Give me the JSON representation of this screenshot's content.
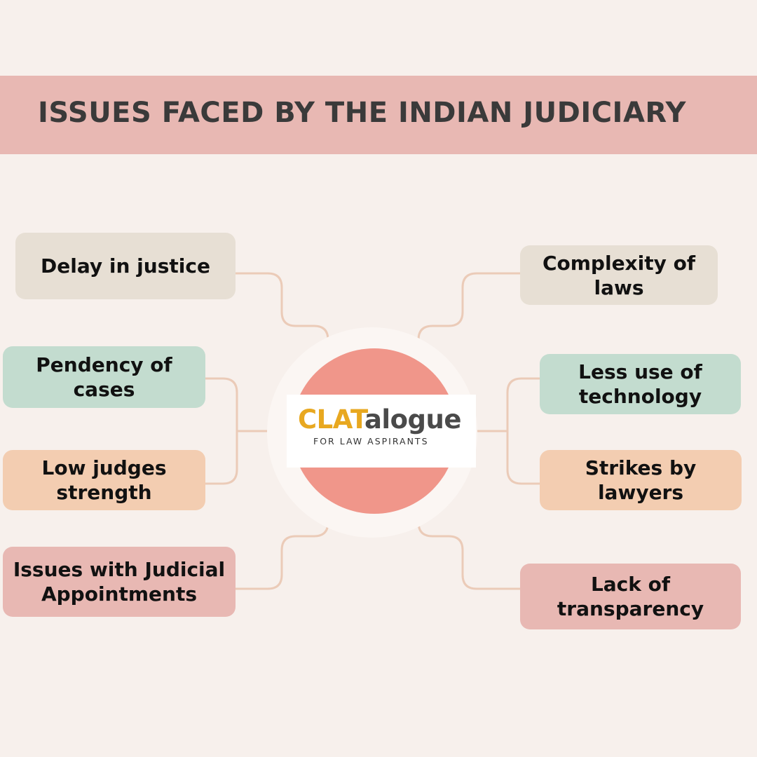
{
  "title": "ISSUES FACED BY THE INDIAN JUDICIARY",
  "center_logo": {
    "word_part1": "CLAT",
    "word_part2": "alogue",
    "tagline": "FOR LAW ASPIRANTS"
  },
  "left_issues": [
    "Delay in justice",
    "Pendency of\ncases",
    "Low judges\nstrength",
    "Issues with Judicial\nAppointments"
  ],
  "right_issues": [
    "Complexity of\nlaws",
    "Less use of\ntechnology",
    "Strikes by\nlawyers",
    "Lack of\ntransparency"
  ],
  "colors": {
    "background": "#f7f0ec",
    "banner": "#e8b8b3",
    "center_circle": "#f0968a",
    "connector": "#ebcbb8",
    "box_beige": "#e7dfd4",
    "box_green": "#c3dccf",
    "box_peach": "#f3cdb1",
    "box_pink": "#e8b8b3"
  }
}
